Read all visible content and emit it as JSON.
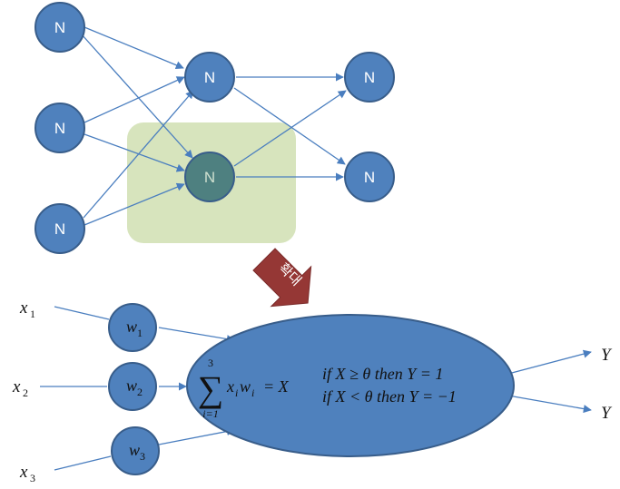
{
  "colors": {
    "node_fill": "#4f81bd",
    "node_stroke": "#385d8a",
    "highlight_box": "#d7e4bd",
    "highlight_node": "#4e8080",
    "edge": "#4a7ebf",
    "arrow_fill": "#953735"
  },
  "network": {
    "node_label": "N"
  },
  "zoom_arrow": {
    "label": "확대"
  },
  "perceptron": {
    "inputs": [
      {
        "var": "x",
        "sub": "1"
      },
      {
        "var": "x",
        "sub": "2"
      },
      {
        "var": "x",
        "sub": "3"
      }
    ],
    "weights": [
      {
        "var": "w",
        "sub": "1"
      },
      {
        "var": "w",
        "sub": "2"
      },
      {
        "var": "w",
        "sub": "3"
      }
    ],
    "sum_upper": "3",
    "sum_lower": "i=1",
    "sum_term": "x",
    "sum_term_sub": "i",
    "sum_term2": "w",
    "sum_term2_sub": "i",
    "sum_result": "= X",
    "rule1": "if X  ≥  θ then Y = 1",
    "rule2": "if X  <  θ then Y = −1",
    "outputs": [
      "Y",
      "Y"
    ]
  }
}
